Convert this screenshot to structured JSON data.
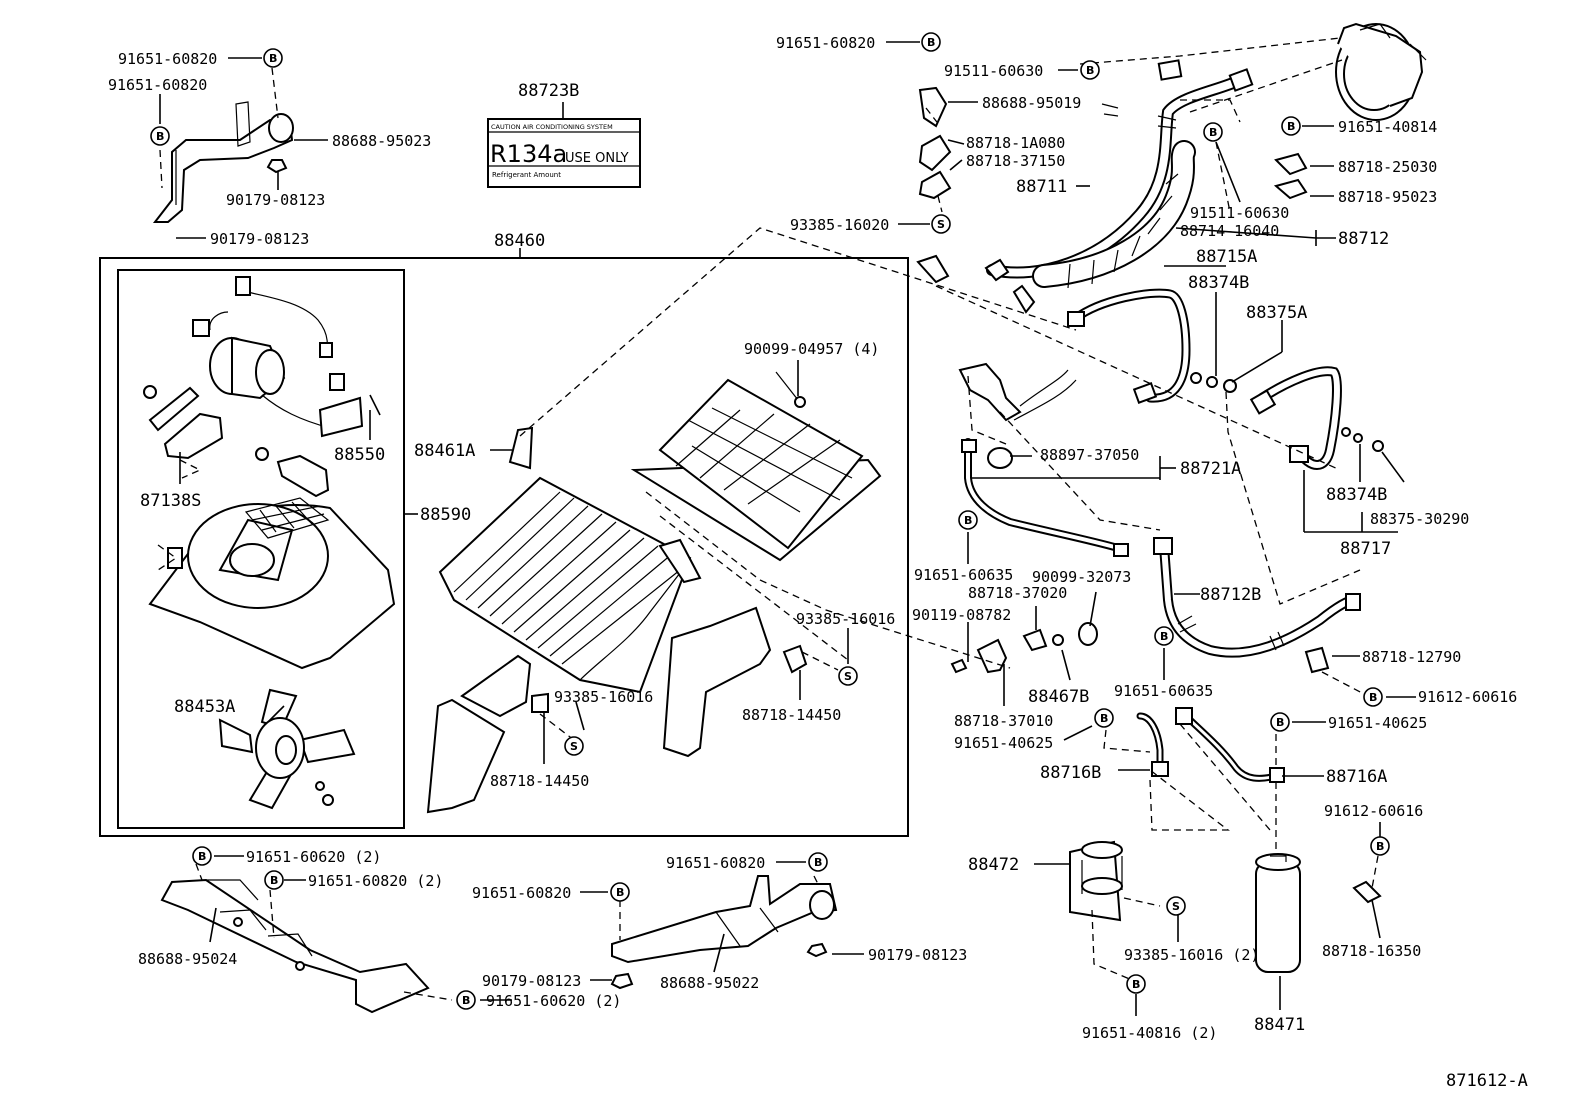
{
  "sheet_id": "871612-A",
  "symbols": {
    "bolt": "B",
    "screw": "S"
  },
  "caution_label": {
    "part_no": "88723B",
    "header": "CAUTION AIR CONDITIONING SYSTEM",
    "main_text": "R134a",
    "main_sub": "USE ONLY",
    "footer": "Refrigerant Amount"
  },
  "labels": {
    "l_91651_60820_a": "91651-60820",
    "l_91651_60820_b": "91651-60820",
    "l_88688_95023": "88688-95023",
    "l_90179_08123_a": "90179-08123",
    "l_90179_08123_b": "90179-08123",
    "l_88460": "88460",
    "l_91651_60820_top": "91651-60820",
    "l_91511_60630_a": "91511-60630",
    "l_88688_95019": "88688-95019",
    "l_88718_1a080": "88718-1A080",
    "l_88718_37150": "88718-37150",
    "l_88711": "88711",
    "l_93385_16020": "93385-16020",
    "l_91511_60630_b": "91511-60630",
    "l_91651_40814": "91651-40814",
    "l_88718_25030": "88718-25030",
    "l_88718_95023": "88718-95023",
    "l_88714_16040": "88714-16040",
    "l_88712": "88712",
    "l_88715a": "88715A",
    "l_88374b_a": "88374B",
    "l_88375a": "88375A",
    "l_90099_04957": "90099-04957 (4)",
    "l_88461a": "88461A",
    "l_88550": "88550",
    "l_87138s": "87138S",
    "l_88590": "88590",
    "l_88897_37050": "88897-37050",
    "l_88721a": "88721A",
    "l_88374b_b": "88374B",
    "l_88375_30290": "88375-30290",
    "l_88717": "88717",
    "l_91651_60635_a": "91651-60635",
    "l_90099_32073": "90099-32073",
    "l_88718_37020": "88718-37020",
    "l_90119_08782": "90119-08782",
    "l_88712b": "88712B",
    "l_93385_16016_a": "93385-16016",
    "l_88718_12790": "88718-12790",
    "l_91612_60616_a": "91612-60616",
    "l_88453a": "88453A",
    "l_93385_16016_b": "93385-16016",
    "l_88718_14450_a": "88718-14450",
    "l_88718_14450_b": "88718-14450",
    "l_88467b": "88467B",
    "l_91651_60635_b": "91651-60635",
    "l_88718_37010": "88718-37010",
    "l_91651_40625_a": "91651-40625",
    "l_91651_40625_b": "91651-40625",
    "l_88716b": "88716B",
    "l_88716a": "88716A",
    "l_91612_60616_b": "91612-60616",
    "l_91651_60620_2a": "91651-60620 (2)",
    "l_91651_60820_2": "91651-60820 (2)",
    "l_91651_60820_c": "91651-60820",
    "l_91651_60820_d": "91651-60820",
    "l_88472": "88472",
    "l_88688_95024": "88688-95024",
    "l_90179_08123_c": "90179-08123",
    "l_90179_08123_d": "90179-08123",
    "l_88688_95022": "88688-95022",
    "l_93385_16016_2": "93385-16016 (2)",
    "l_88718_16350": "88718-16350",
    "l_91651_60620_2b": "91651-60620 (2)",
    "l_91651_40816_2": "91651-40816 (2)",
    "l_88471": "88471"
  }
}
